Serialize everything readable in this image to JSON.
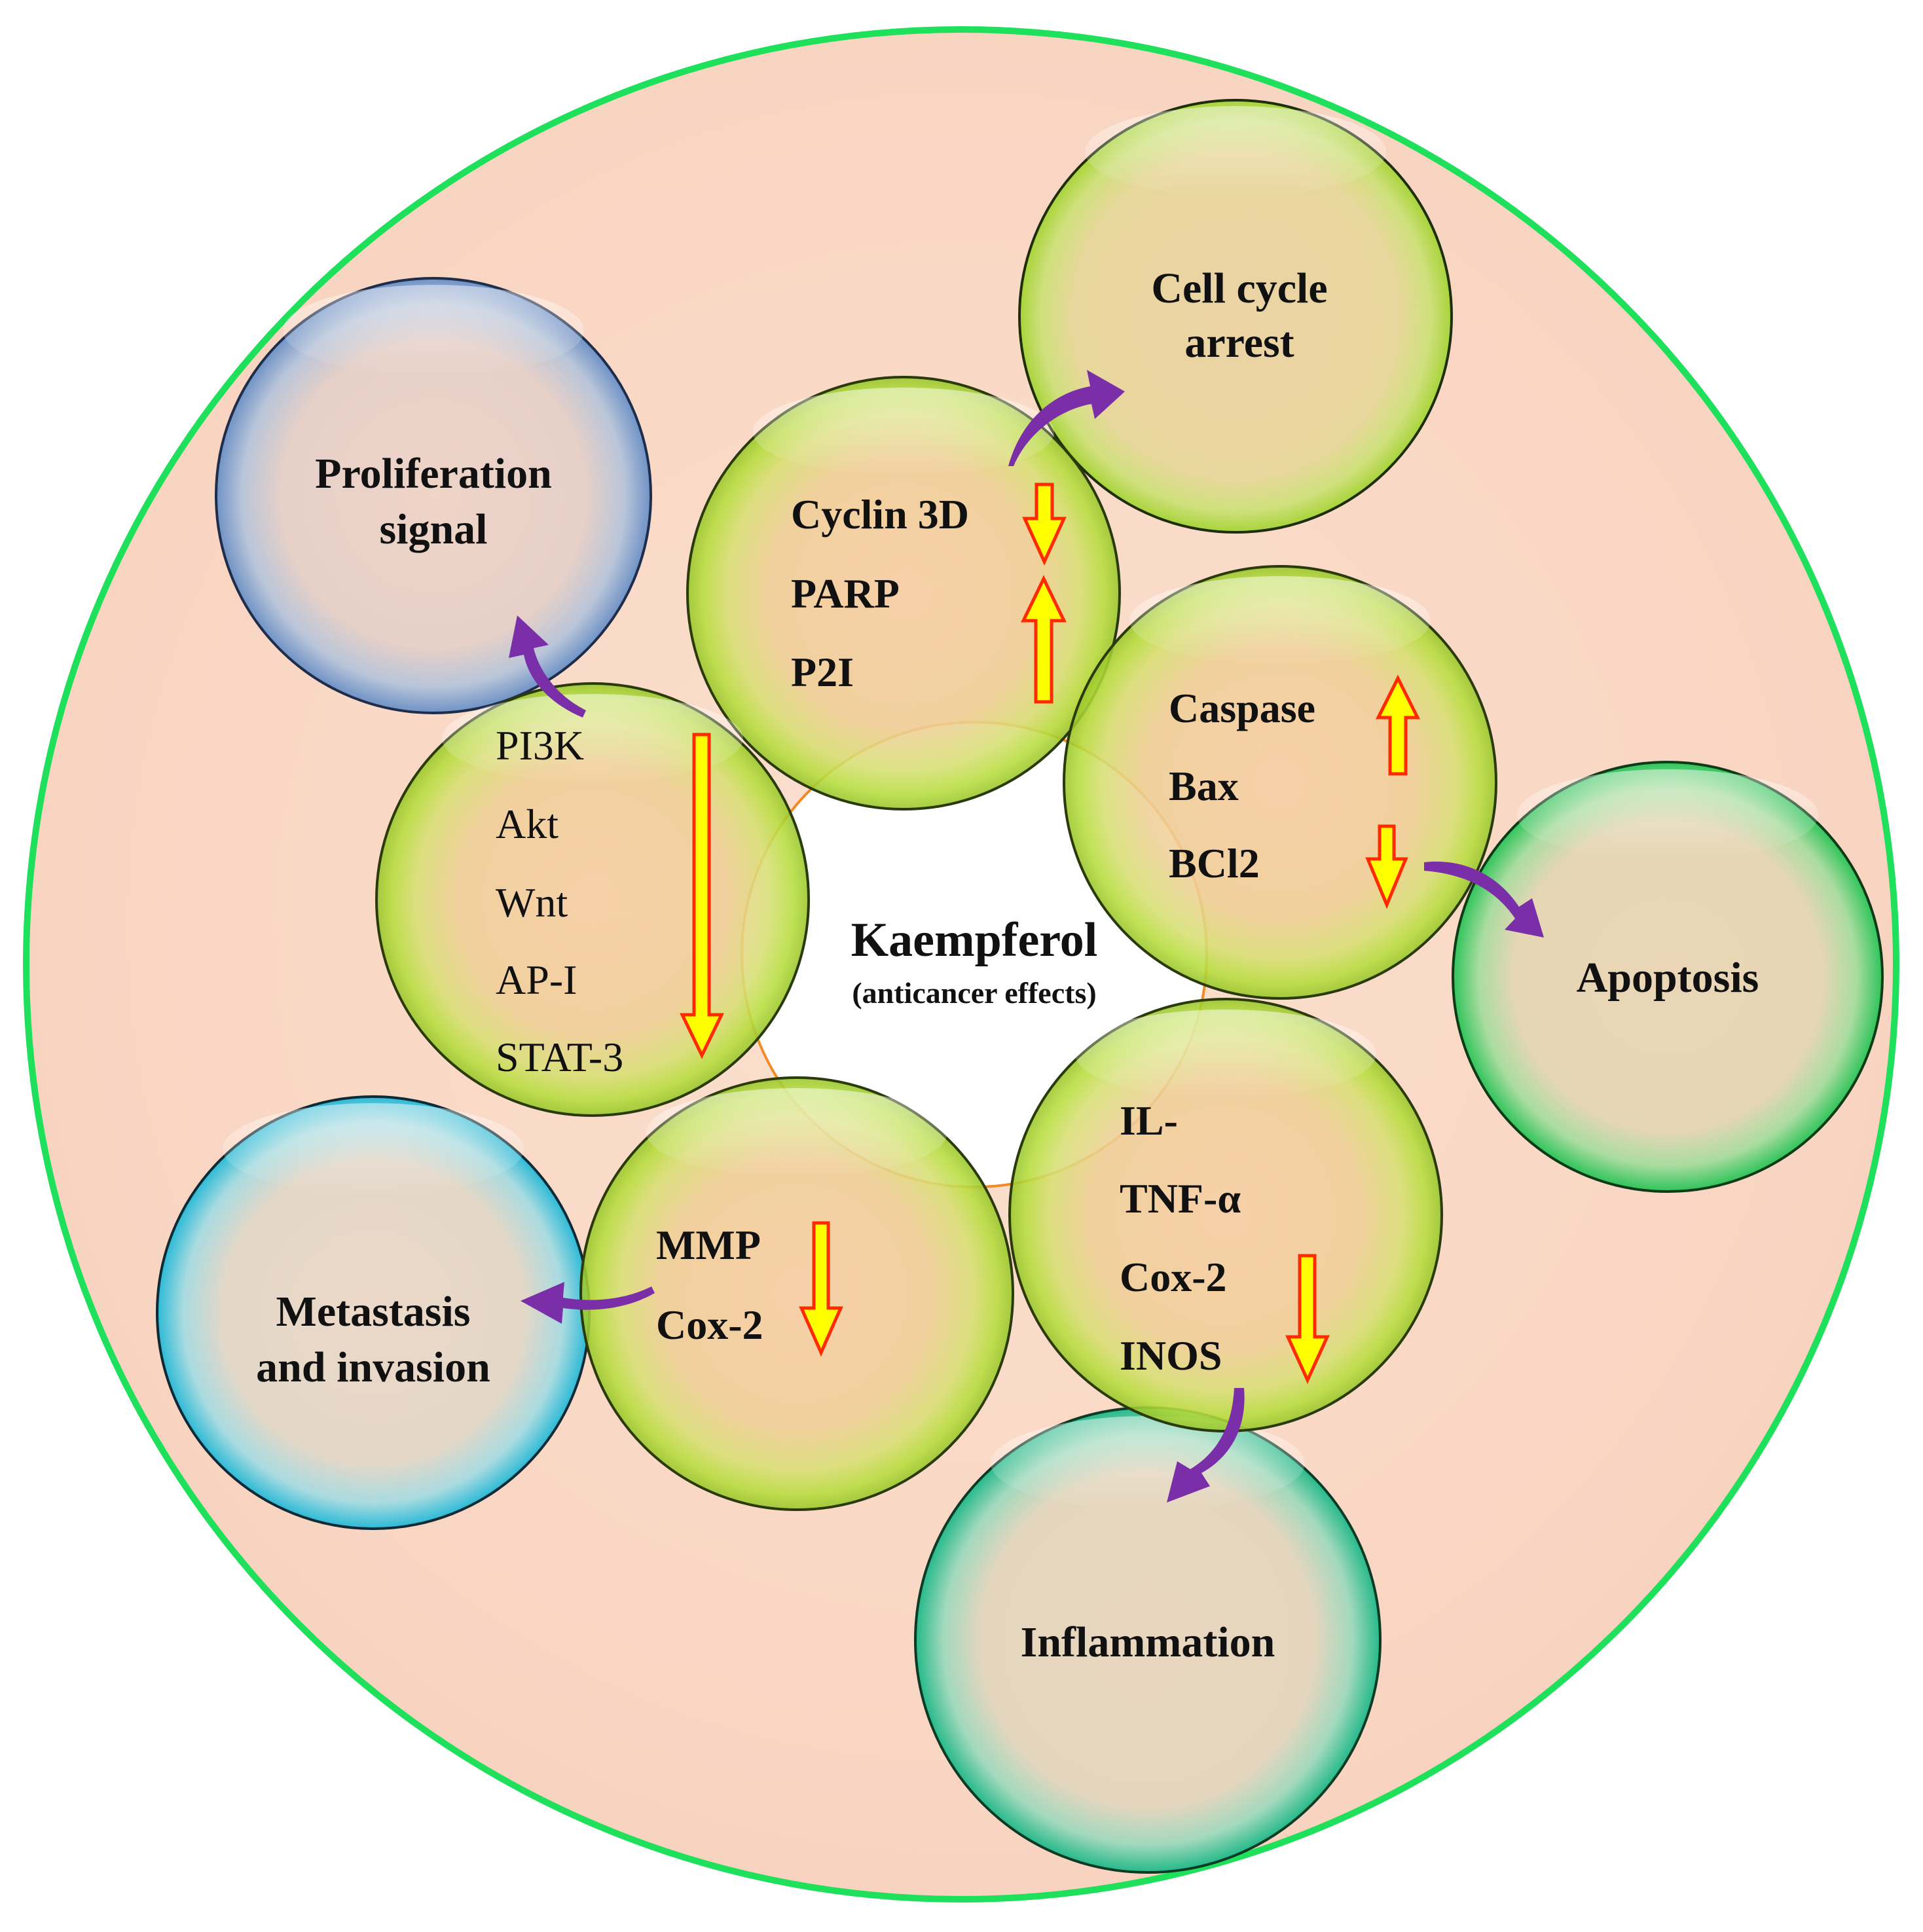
{
  "center": {
    "title": "Kaempferol",
    "subtitle": "(anticancer effects)"
  },
  "nodes": [
    {
      "id": "cyclin",
      "lines": [
        "Cyclin 3D",
        "PARP",
        "P2I"
      ],
      "bold": true
    },
    {
      "id": "caspase",
      "lines": [
        "Caspase",
        "Bax",
        "BCl2"
      ],
      "bold": true
    },
    {
      "id": "il",
      "lines": [
        "IL-",
        "TNF-α",
        "Cox-2",
        "INOS"
      ],
      "bold": true
    },
    {
      "id": "mmp",
      "lines": [
        "MMP",
        "Cox-2"
      ],
      "bold": true
    },
    {
      "id": "pi3k",
      "lines": [
        "PI3K",
        "Akt",
        "Wnt",
        "AP-I",
        "STAT-3"
      ],
      "bold": false
    }
  ],
  "outcomes": [
    {
      "id": "cell-cycle",
      "lines": [
        "Cell cycle",
        "arrest"
      ]
    },
    {
      "id": "proliferation",
      "lines": [
        "Proliferation",
        "signal"
      ]
    },
    {
      "id": "apoptosis",
      "lines": [
        "Apoptosis"
      ]
    },
    {
      "id": "inflammation",
      "lines": [
        "Inflammation"
      ]
    },
    {
      "id": "metastasis",
      "lines": [
        "Metastasis",
        "and invasion"
      ]
    }
  ],
  "regulation": {
    "cyclin_3d": "down",
    "parp_p2i": "up",
    "caspase": "up",
    "bcl2": "down",
    "il_group": "down",
    "mmp_group": "down",
    "pi3k_group": "down"
  },
  "colors": {
    "outer_ring": "#1fe05a",
    "cell_fill": "#f9d8c5",
    "node_green": "#a6d82a",
    "up_down_arrow_fill": "#ffff00",
    "up_down_arrow_stroke": "#ff2a00",
    "pathway_arrow": "#7a2fa8",
    "proliferation_ring": "#4a72b5",
    "metastasis_ring": "#1aaed0",
    "outcome_green_ring": "#1cb34a"
  }
}
